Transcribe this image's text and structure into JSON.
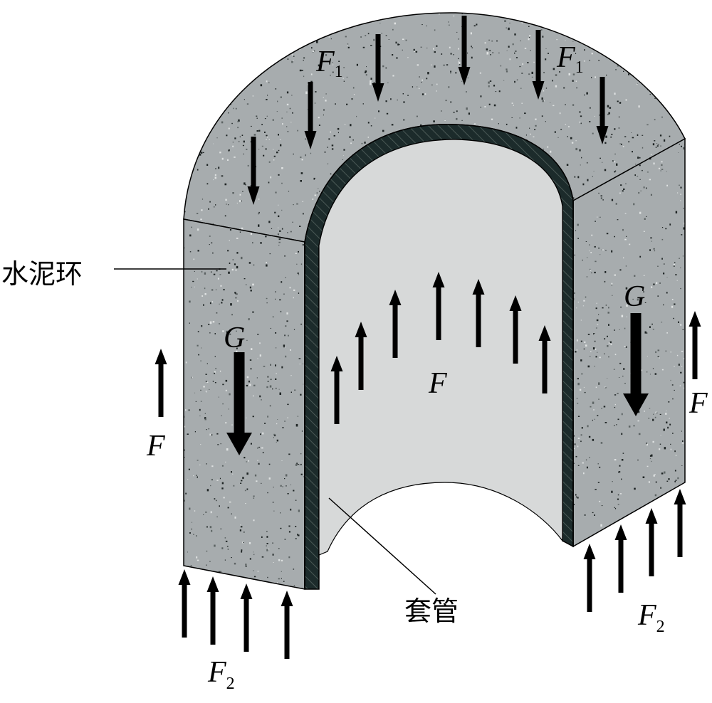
{
  "labels": {
    "cement_ring": "水泥环",
    "casing": "套管",
    "f1": "F",
    "f1_sub": "1",
    "f2": "F",
    "f2_sub": "2",
    "f": "F",
    "g": "G"
  },
  "colors": {
    "cement": "#a7acae",
    "cement_side": "#adb3b5",
    "casing_wall": "#1c2b2b",
    "casing_inner": "#d7d9d9",
    "arrow": "#000000"
  }
}
